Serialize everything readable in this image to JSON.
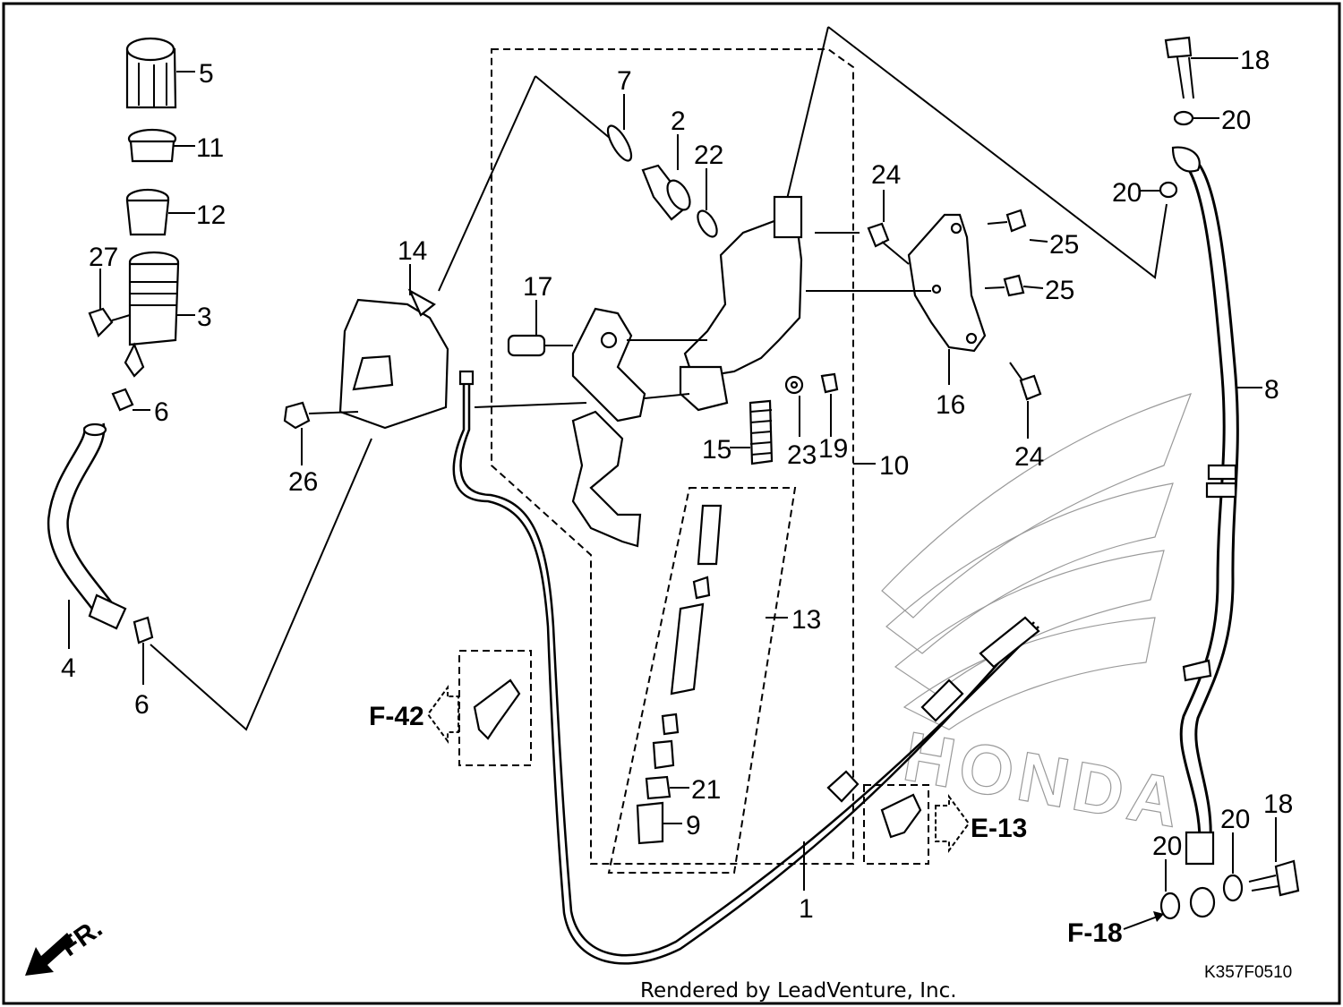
{
  "callouts": [
    {
      "id": "c5",
      "label": "5"
    },
    {
      "id": "c11",
      "label": "11"
    },
    {
      "id": "c12",
      "label": "12"
    },
    {
      "id": "c27",
      "label": "27"
    },
    {
      "id": "c3",
      "label": "3"
    },
    {
      "id": "c6a",
      "label": "6"
    },
    {
      "id": "c4",
      "label": "4"
    },
    {
      "id": "c6b",
      "label": "6"
    },
    {
      "id": "c14",
      "label": "14"
    },
    {
      "id": "c26",
      "label": "26"
    },
    {
      "id": "c7",
      "label": "7"
    },
    {
      "id": "c2",
      "label": "2"
    },
    {
      "id": "c22",
      "label": "22"
    },
    {
      "id": "c17",
      "label": "17"
    },
    {
      "id": "c15",
      "label": "15"
    },
    {
      "id": "c23",
      "label": "23"
    },
    {
      "id": "c19",
      "label": "19"
    },
    {
      "id": "c10",
      "label": "10"
    },
    {
      "id": "c13",
      "label": "13"
    },
    {
      "id": "c21",
      "label": "21"
    },
    {
      "id": "c9",
      "label": "9"
    },
    {
      "id": "c1",
      "label": "1"
    },
    {
      "id": "c24a",
      "label": "24"
    },
    {
      "id": "c25a",
      "label": "25"
    },
    {
      "id": "c25b",
      "label": "25"
    },
    {
      "id": "c16",
      "label": "16"
    },
    {
      "id": "c24b",
      "label": "24"
    },
    {
      "id": "c18a",
      "label": "18"
    },
    {
      "id": "c20a",
      "label": "20"
    },
    {
      "id": "c20b",
      "label": "20"
    },
    {
      "id": "c8",
      "label": "8"
    },
    {
      "id": "c20c",
      "label": "20"
    },
    {
      "id": "c20d",
      "label": "20"
    },
    {
      "id": "c18b",
      "label": "18"
    }
  ],
  "references": {
    "f42": "F-42",
    "e13": "E-13",
    "f18": "F-18"
  },
  "front_marker": "FR.",
  "diagram_code": "K357F0510",
  "footer_text": "Rendered by LeadVenture, Inc.",
  "watermark": "HONDA"
}
